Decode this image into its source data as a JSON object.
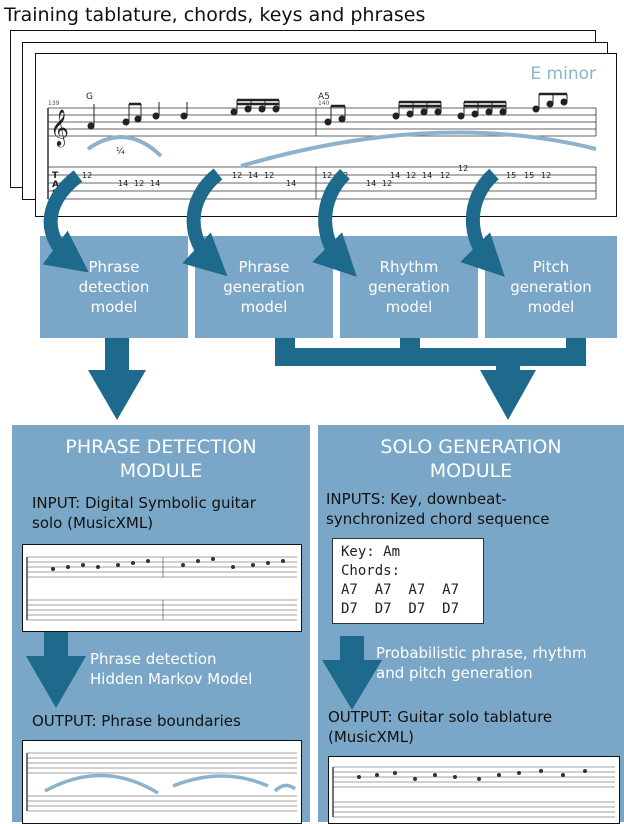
{
  "title": "Training tablature, chords, keys and phrases",
  "sheet": {
    "key": "E minor",
    "chord1": "G",
    "chord2": "A5",
    "measure1": "139",
    "measure2": "140",
    "bend": "¼",
    "tab_letters": [
      "T",
      "A",
      "B"
    ],
    "tab_numbers": [
      "12",
      "14",
      "12",
      "14",
      "12",
      "14",
      "12",
      "14",
      "12",
      "12",
      "14",
      "12",
      "14",
      "12",
      "14",
      "12",
      "12",
      "15",
      "15",
      "12"
    ]
  },
  "models": [
    {
      "lines": [
        "Phrase",
        "detection",
        "model"
      ]
    },
    {
      "lines": [
        "Phrase",
        "generation",
        "model"
      ]
    },
    {
      "lines": [
        "Rhythm",
        "generation",
        "model"
      ]
    },
    {
      "lines": [
        "Pitch",
        "generation",
        "model"
      ]
    }
  ],
  "left_module": {
    "title": [
      "PHRASE DETECTION",
      "MODULE"
    ],
    "input": [
      "INPUT: Digital Symbolic guitar",
      "solo (MusicXML)"
    ],
    "process": [
      "Phrase detection",
      "Hidden Markov Model"
    ],
    "output": "OUTPUT: Phrase boundaries"
  },
  "right_module": {
    "title": [
      "SOLO GENERATION",
      "MODULE"
    ],
    "input": [
      "INPUTS: Key, downbeat-",
      "synchronized chord sequence"
    ],
    "code": [
      "Key: Am",
      "Chords:",
      "A7  A7  A7  A7",
      "D7  D7  D7  D7"
    ],
    "process": [
      "Probabilistic phrase, rhythm",
      "and pitch generation"
    ],
    "output": [
      "OUTPUT: Guitar solo tablature",
      "(MusicXML)"
    ]
  },
  "colors": {
    "box": "#7aa7c7",
    "arrow": "#1d6a8c",
    "phrase_arc": "#8db3cc"
  }
}
